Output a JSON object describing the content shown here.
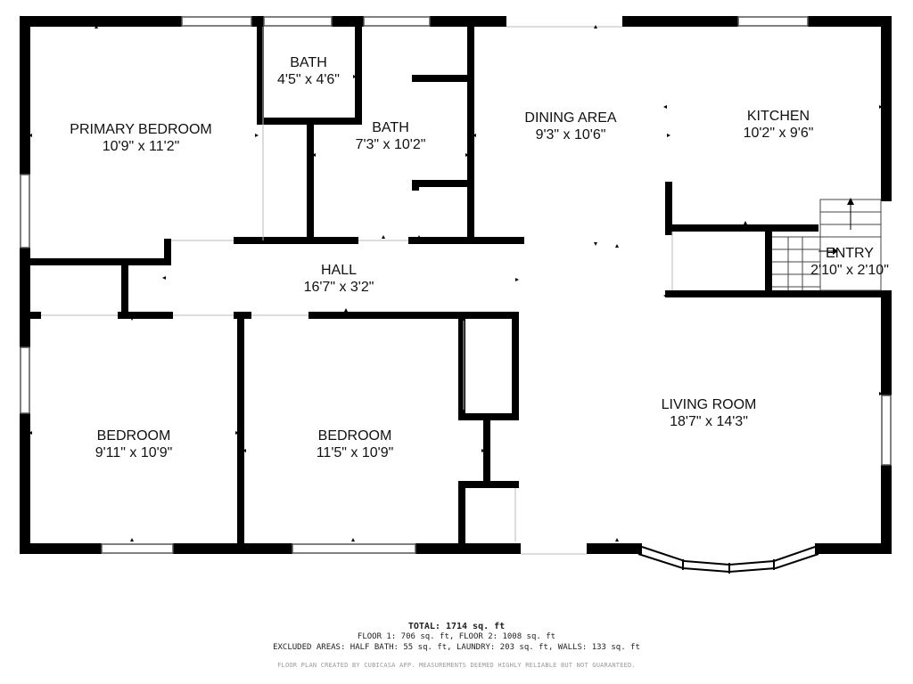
{
  "rooms": {
    "primary_bedroom": {
      "name": "PRIMARY BEDROOM",
      "dims": "10'9\" x 11'2\""
    },
    "bath_small": {
      "name": "BATH",
      "dims": "4'5\" x 4'6\""
    },
    "bath": {
      "name": "BATH",
      "dims": "7'3\" x 10'2\""
    },
    "dining_area": {
      "name": "DINING AREA",
      "dims": "9'3\" x 10'6\""
    },
    "kitchen": {
      "name": "KITCHEN",
      "dims": "10'2\" x 9'6\""
    },
    "entry": {
      "name": "ENTRY",
      "dims": "2'10\" x 2'10\""
    },
    "hall": {
      "name": "HALL",
      "dims": "16'7\" x 3'2\""
    },
    "bedroom_left": {
      "name": "BEDROOM",
      "dims": "9'11\" x 10'9\""
    },
    "bedroom_middle": {
      "name": "BEDROOM",
      "dims": "11'5\" x 10'9\""
    },
    "living_room": {
      "name": "LIVING ROOM",
      "dims": "18'7\" x 14'3\""
    }
  },
  "summary": {
    "total": "TOTAL: 1714 sq. ft",
    "floors": "FLOOR 1: 706 sq. ft, FLOOR 2: 1008 sq. ft",
    "excluded": "EXCLUDED AREAS: HALF BATH: 55 sq. ft, LAUNDRY: 203 sq. ft, WALLS: 133 sq. ft",
    "disclaimer": "FLOOR PLAN CREATED BY CUBICASA APP. MEASUREMENTS DEEMED HIGHLY RELIABLE BUT NOT GUARANTEED."
  },
  "colors": {
    "wall": "#000000",
    "window": "#555555",
    "text": "#111111"
  }
}
